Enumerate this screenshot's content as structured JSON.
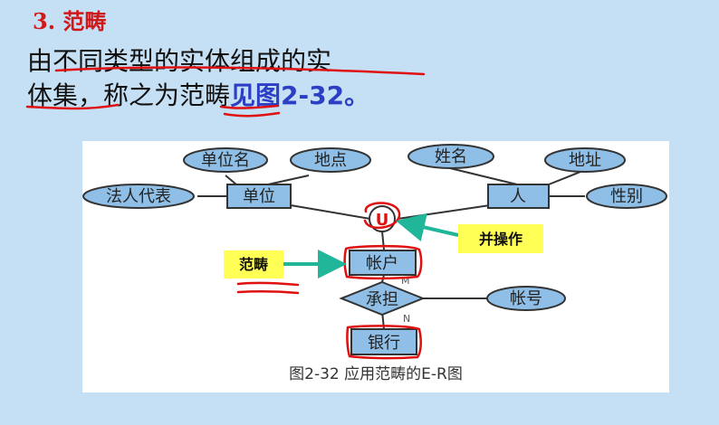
{
  "slide": {
    "title": "3. 范畴",
    "line1": "由不同类型的实体组成的实",
    "line2_text": "体集，称之为范畴",
    "line2_link": "见图2-32。"
  },
  "figure": {
    "entities": {
      "unit": "单位",
      "person": "人",
      "account": "帐户",
      "bank": "银行"
    },
    "attributes": {
      "unit_name": "单位名",
      "location": "地点",
      "legal_rep": "法人代表",
      "name": "姓名",
      "address": "地址",
      "gender": "性别",
      "account_no": "帐号"
    },
    "relationship": "承担",
    "union_symbol": "U",
    "union_label": "并操作",
    "category_label": "范畴",
    "cardinality_top": "M",
    "cardinality_bottom": "N",
    "caption": "图2-32  应用范畴的E-R图"
  },
  "colors": {
    "background": "#c5dff4",
    "title": "#d01818",
    "entity_fill": "#8fbfe6",
    "callout_fill": "#ffff55",
    "arrow": "#21b59a",
    "annotation_red": "#e01010",
    "link": "#2c3fc4"
  }
}
